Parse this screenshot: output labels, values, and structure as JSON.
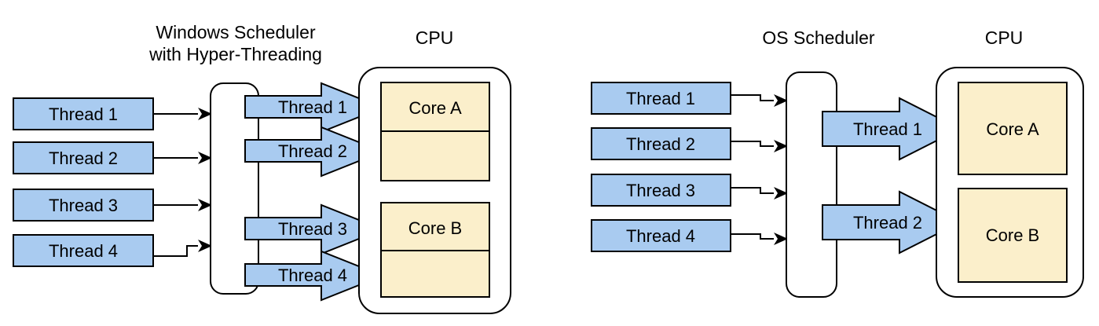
{
  "figure": {
    "title": "",
    "type": "diagram",
    "background": "#ffffff"
  },
  "colors": {
    "thread_fill": "#a9cbf0",
    "thread_stroke": "#000000",
    "core_fill": "#fbefcb",
    "core_stroke": "#000000",
    "container_fill": "#ffffff",
    "container_stroke": "#000000",
    "text": "#000000"
  },
  "panels": [
    {
      "id": "hyper-threading",
      "scheduler_title_line1": "Windows Scheduler",
      "scheduler_title_line2": "with Hyper-Threading",
      "cpu_title": "CPU",
      "incoming_threads": [
        {
          "label": "Thread 1"
        },
        {
          "label": "Thread 2"
        },
        {
          "label": "Thread 3"
        },
        {
          "label": "Thread 4"
        }
      ],
      "dispatch_arrows": [
        {
          "label": "Thread 1",
          "target": "Core A"
        },
        {
          "label": "Thread 2",
          "target": "Core A"
        },
        {
          "label": "Thread 3",
          "target": "Core B"
        },
        {
          "label": "Thread 4",
          "target": "Core B"
        }
      ],
      "cores": [
        {
          "label": "Core A",
          "threads_shown": 2
        },
        {
          "label": "Core B",
          "threads_shown": 2
        }
      ]
    },
    {
      "id": "no-hyper-threading",
      "scheduler_title_line1": "OS Scheduler",
      "scheduler_title_line2": "",
      "cpu_title": "CPU",
      "incoming_threads": [
        {
          "label": "Thread 1"
        },
        {
          "label": "Thread 2"
        },
        {
          "label": "Thread 3"
        },
        {
          "label": "Thread 4"
        }
      ],
      "dispatch_arrows": [
        {
          "label": "Thread 1",
          "target": "Core A"
        },
        {
          "label": "Thread 2",
          "target": "Core B"
        }
      ],
      "cores": [
        {
          "label": "Core A",
          "threads_shown": 1
        },
        {
          "label": "Core B",
          "threads_shown": 1
        }
      ]
    }
  ]
}
